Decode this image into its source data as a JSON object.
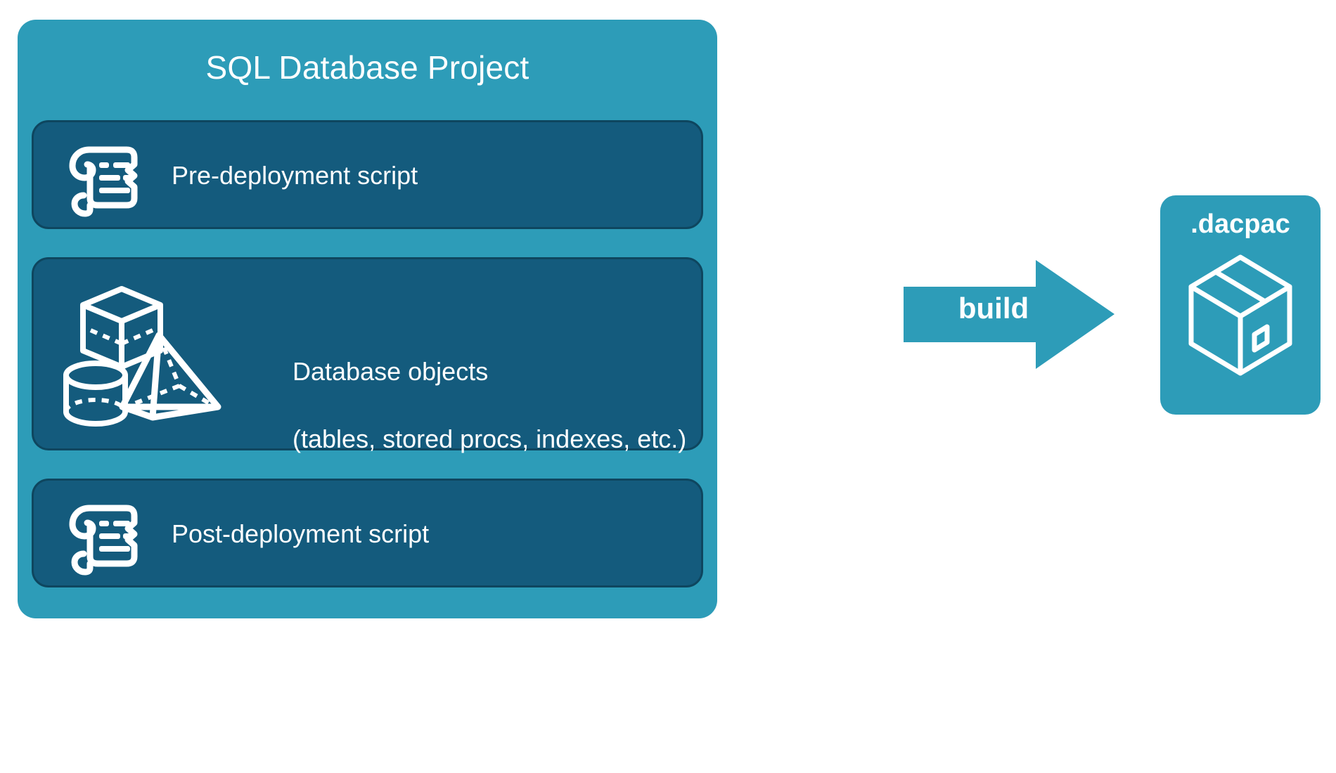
{
  "diagram": {
    "background_color": "#FFFFFF",
    "accent_color": "#2D9CB8",
    "panel_color": "#145B7D",
    "panel_border_color": "#0E465F",
    "text_color": "#FFFFFF"
  },
  "project": {
    "title": "SQL Database Project",
    "panels": [
      {
        "id": "pre-deployment",
        "label": "Pre-deployment script",
        "icon": "scroll-icon"
      },
      {
        "id": "database-objects",
        "label_line1": "Database objects",
        "label_line2": "(tables, stored procs, indexes, etc.)",
        "icon": "shapes-icon"
      },
      {
        "id": "post-deployment",
        "label": "Post-deployment script",
        "icon": "scroll-icon"
      }
    ]
  },
  "flow": {
    "arrow_label": "build",
    "arrow_icon": "right-arrow-icon"
  },
  "output": {
    "title": ".dacpac",
    "icon": "package-box-icon"
  }
}
